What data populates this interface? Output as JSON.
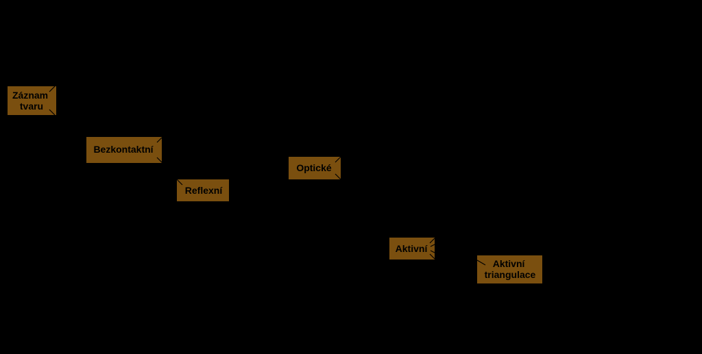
{
  "theme": {
    "background": "#000000",
    "node_fill": "#7a4f0f",
    "text_color": "#000000"
  },
  "nodes": [
    {
      "id": "zaznam-tvaru",
      "lines": [
        "Záznam",
        "tvaru"
      ]
    },
    {
      "id": "bezkontaktni",
      "lines": [
        "Bezkontaktní"
      ]
    },
    {
      "id": "reflexni",
      "lines": [
        "Reflexní"
      ]
    },
    {
      "id": "opticke",
      "lines": [
        "Optické"
      ]
    },
    {
      "id": "aktivni",
      "lines": [
        "Aktivní"
      ]
    },
    {
      "id": "aktivni-triangulace",
      "lines": [
        "Aktivní",
        "triangulace"
      ]
    }
  ]
}
